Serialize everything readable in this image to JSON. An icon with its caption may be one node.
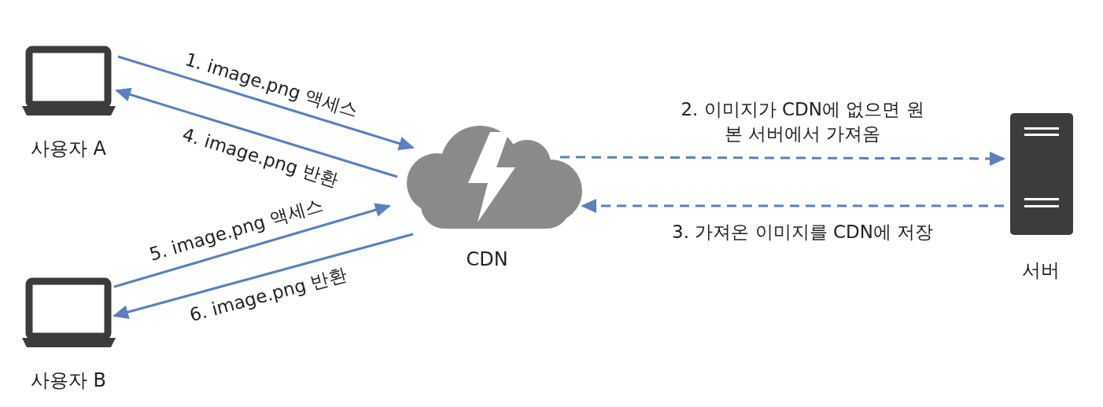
{
  "diagram": {
    "nodes": [
      {
        "text": [
          "사용자 A"
        ]
      },
      {
        "text": [
          "CDN"
        ]
      },
      {
        "text": [
          "서버"
        ]
      },
      {
        "text": [
          "사용자 B"
        ]
      }
    ],
    "edges": [
      {
        "from": 0,
        "to": 1,
        "arrow": "to",
        "label": "1. image.png 액세스"
      },
      {
        "from": 1,
        "to": 2,
        "arrow": "to",
        "style": "dashed",
        "label": "2. 이미지가 CDN에 없으면 원본 서버에서 가져옴"
      },
      {
        "from": 2,
        "to": 1,
        "arrow": "to",
        "style": "dashed",
        "label": "3. 가져온 이미지를 CDN에 저장"
      },
      {
        "from": 1,
        "to": 0,
        "arrow": "to",
        "label": "4. image.png 반환"
      },
      {
        "from": 3,
        "to": 1,
        "arrow": "to",
        "label": "5. image.png 액세스"
      },
      {
        "from": 1,
        "to": 3,
        "arrow": "to",
        "label": "6. image.png 반환"
      }
    ]
  }
}
